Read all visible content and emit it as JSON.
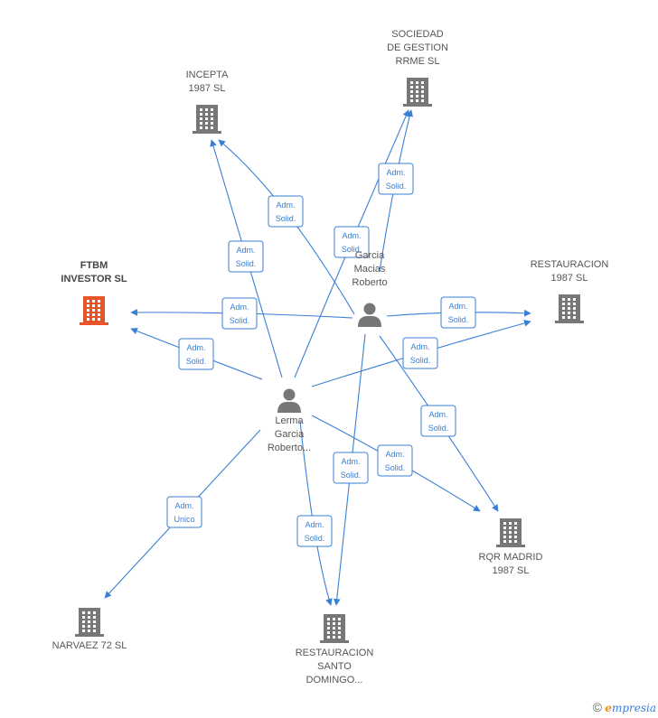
{
  "colors": {
    "edge": "#3a7fd5",
    "company": "#777777",
    "company_main": "#e8542a",
    "person": "#777777"
  },
  "companies": [
    {
      "id": "incepta",
      "lines": [
        "INCEPTA",
        "1987  SL"
      ],
      "main": false
    },
    {
      "id": "sociedad",
      "lines": [
        "SOCIEDAD",
        "DE GESTION",
        "RRME  SL"
      ],
      "main": false
    },
    {
      "id": "ftbm",
      "lines": [
        "FTBM",
        "INVESTOR  SL"
      ],
      "main": true
    },
    {
      "id": "restauracion1987",
      "lines": [
        "RESTAURACION",
        "1987  SL"
      ],
      "main": false
    },
    {
      "id": "rqr",
      "lines": [
        "RQR MADRID",
        "1987  SL"
      ],
      "main": false
    },
    {
      "id": "narvaez",
      "lines": [
        "NARVAEZ 72  SL"
      ],
      "main": false
    },
    {
      "id": "santodomingo",
      "lines": [
        "RESTAURACION",
        "SANTO",
        "DOMINGO..."
      ],
      "main": false
    }
  ],
  "persons": [
    {
      "id": "garcia",
      "lines": [
        "Garcia",
        "Macias",
        "Roberto"
      ]
    },
    {
      "id": "lerma",
      "lines": [
        "Lerma",
        "Garcia",
        "Roberto..."
      ]
    }
  ],
  "edges": [
    {
      "from": "garcia",
      "to": "incepta",
      "label": [
        "Adm.",
        "Solid."
      ]
    },
    {
      "from": "garcia",
      "to": "sociedad",
      "label": [
        "Adm.",
        "Solid."
      ]
    },
    {
      "from": "garcia",
      "to": "ftbm",
      "label": [
        "Adm.",
        "Solid."
      ]
    },
    {
      "from": "garcia",
      "to": "restauracion1987",
      "label": [
        "Adm.",
        "Solid."
      ]
    },
    {
      "from": "garcia",
      "to": "rqr",
      "label": [
        "Adm.",
        "Solid."
      ]
    },
    {
      "from": "garcia",
      "to": "santodomingo",
      "label": [
        "Adm.",
        "Solid."
      ]
    },
    {
      "from": "lerma",
      "to": "incepta",
      "label": [
        "Adm.",
        "Solid."
      ]
    },
    {
      "from": "lerma",
      "to": "sociedad",
      "label": [
        "Adm.",
        "Solid."
      ]
    },
    {
      "from": "lerma",
      "to": "ftbm",
      "label": [
        "Adm.",
        "Solid."
      ]
    },
    {
      "from": "lerma",
      "to": "restauracion1987",
      "label": [
        "Adm.",
        "Solid."
      ]
    },
    {
      "from": "lerma",
      "to": "rqr",
      "label": [
        "Adm.",
        "Solid."
      ]
    },
    {
      "from": "lerma",
      "to": "santodomingo",
      "label": [
        "Adm.",
        "Solid."
      ]
    },
    {
      "from": "lerma",
      "to": "narvaez",
      "label": [
        "Adm.",
        "Unico"
      ]
    }
  ],
  "footer": {
    "copyright": "©",
    "brand_initial": "e",
    "brand_rest": "mpresia"
  }
}
